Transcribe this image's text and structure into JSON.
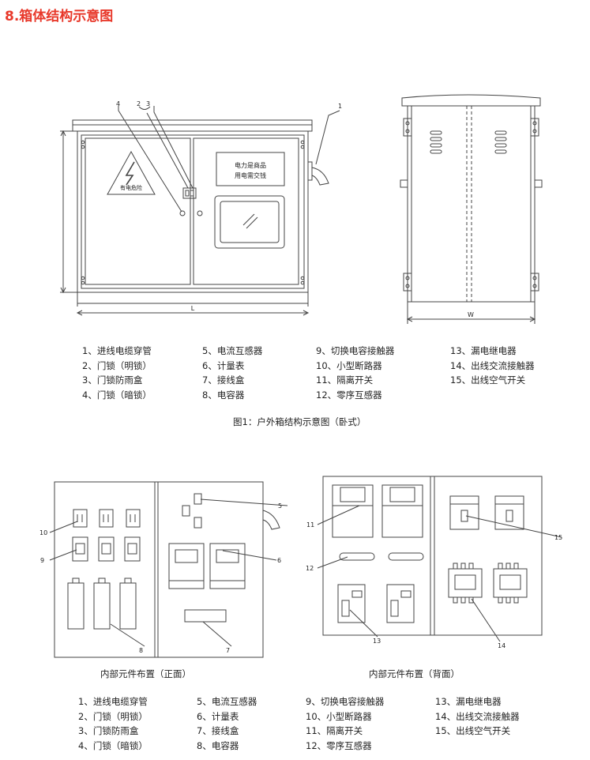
{
  "title": "8.箱体结构示意图",
  "figure1": {
    "caption": "图1：户外箱结构示意图（卧式）",
    "warning_text": "有电危险",
    "notice_line1": "电力是商品",
    "notice_line2": "用电需交钱",
    "dim_l": "L",
    "dim_w": "W",
    "callouts": [
      "4",
      "2",
      "3",
      "1"
    ]
  },
  "figure2": {
    "caption_front": "内部元件布置（正面）",
    "caption_back": "内部元件布置（背面）",
    "callouts_front": [
      "10",
      "9",
      "8",
      "7",
      "6",
      "5"
    ],
    "callouts_back": [
      "11",
      "12",
      "13",
      "14",
      "15"
    ]
  },
  "legend": [
    [
      "1、进线电缆穿管",
      "2、门锁（明锁）",
      "3、门锁防雨盒",
      "4、门锁（暗锁）"
    ],
    [
      "5、电流互感器",
      "6、计量表",
      "7、接线盒",
      "8、电容器"
    ],
    [
      "9、切换电容接触器",
      "10、小型断路器",
      "11、隔离开关",
      "12、零序互感器"
    ],
    [
      "13、漏电继电器",
      "14、出线交流接触器",
      "15、出线空气开关"
    ]
  ],
  "legend2": [
    [
      "1、进线电缆穿管",
      "2、门锁（明锁）",
      "3、门锁防雨盒",
      "4、门锁（暗锁）"
    ],
    [
      "5、电流互感器",
      "6、计量表",
      "7、接线盒",
      "8、电容器"
    ],
    [
      "9、切换电容接触器",
      "10、小型断路器",
      "11、隔离开关",
      "12、零序互感器"
    ],
    [
      "13、漏电继电器",
      "14、出线交流接触器",
      "15、出线空气开关"
    ]
  ]
}
